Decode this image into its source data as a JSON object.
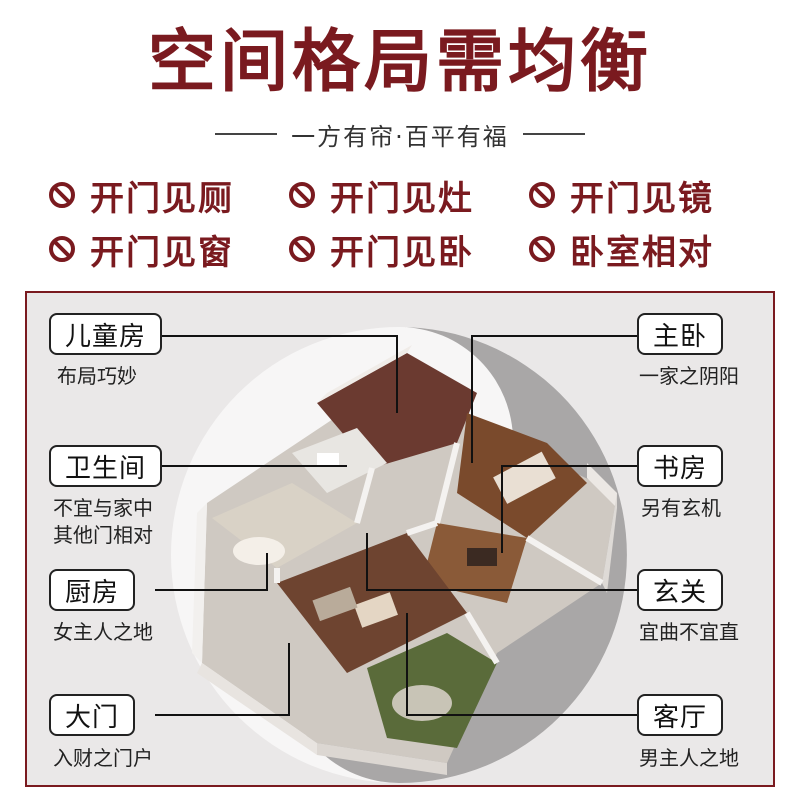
{
  "header": {
    "title": "空间格局需均衡",
    "subtitle": "一方有帘·百平有福"
  },
  "rules": [
    {
      "icon": "ban-icon",
      "text": "开门见厕"
    },
    {
      "icon": "ban-icon",
      "text": "开门见灶"
    },
    {
      "icon": "ban-icon",
      "text": "开门见镜"
    },
    {
      "icon": "ban-icon",
      "text": "开门见窗"
    },
    {
      "icon": "ban-icon",
      "text": "开门见卧"
    },
    {
      "icon": "ban-icon",
      "text": "卧室相对"
    }
  ],
  "colors": {
    "accent": "#7a1a1f",
    "panel_bg": "#eae8e8"
  },
  "rooms_left": [
    {
      "label": "儿童房",
      "desc1": "布局巧妙",
      "desc2": ""
    },
    {
      "label": "卫生间",
      "desc1": "不宜与家中",
      "desc2": "其他门相对"
    },
    {
      "label": "厨房",
      "desc1": "女主人之地",
      "desc2": ""
    },
    {
      "label": "大门",
      "desc1": "入财之门户",
      "desc2": ""
    }
  ],
  "rooms_right": [
    {
      "label": "主卧",
      "desc1": "一家之阴阳",
      "desc2": ""
    },
    {
      "label": "书房",
      "desc1": "另有玄机",
      "desc2": ""
    },
    {
      "label": "玄关",
      "desc1": "宜曲不宜直",
      "desc2": ""
    },
    {
      "label": "客厅",
      "desc1": "男主人之地",
      "desc2": ""
    }
  ]
}
